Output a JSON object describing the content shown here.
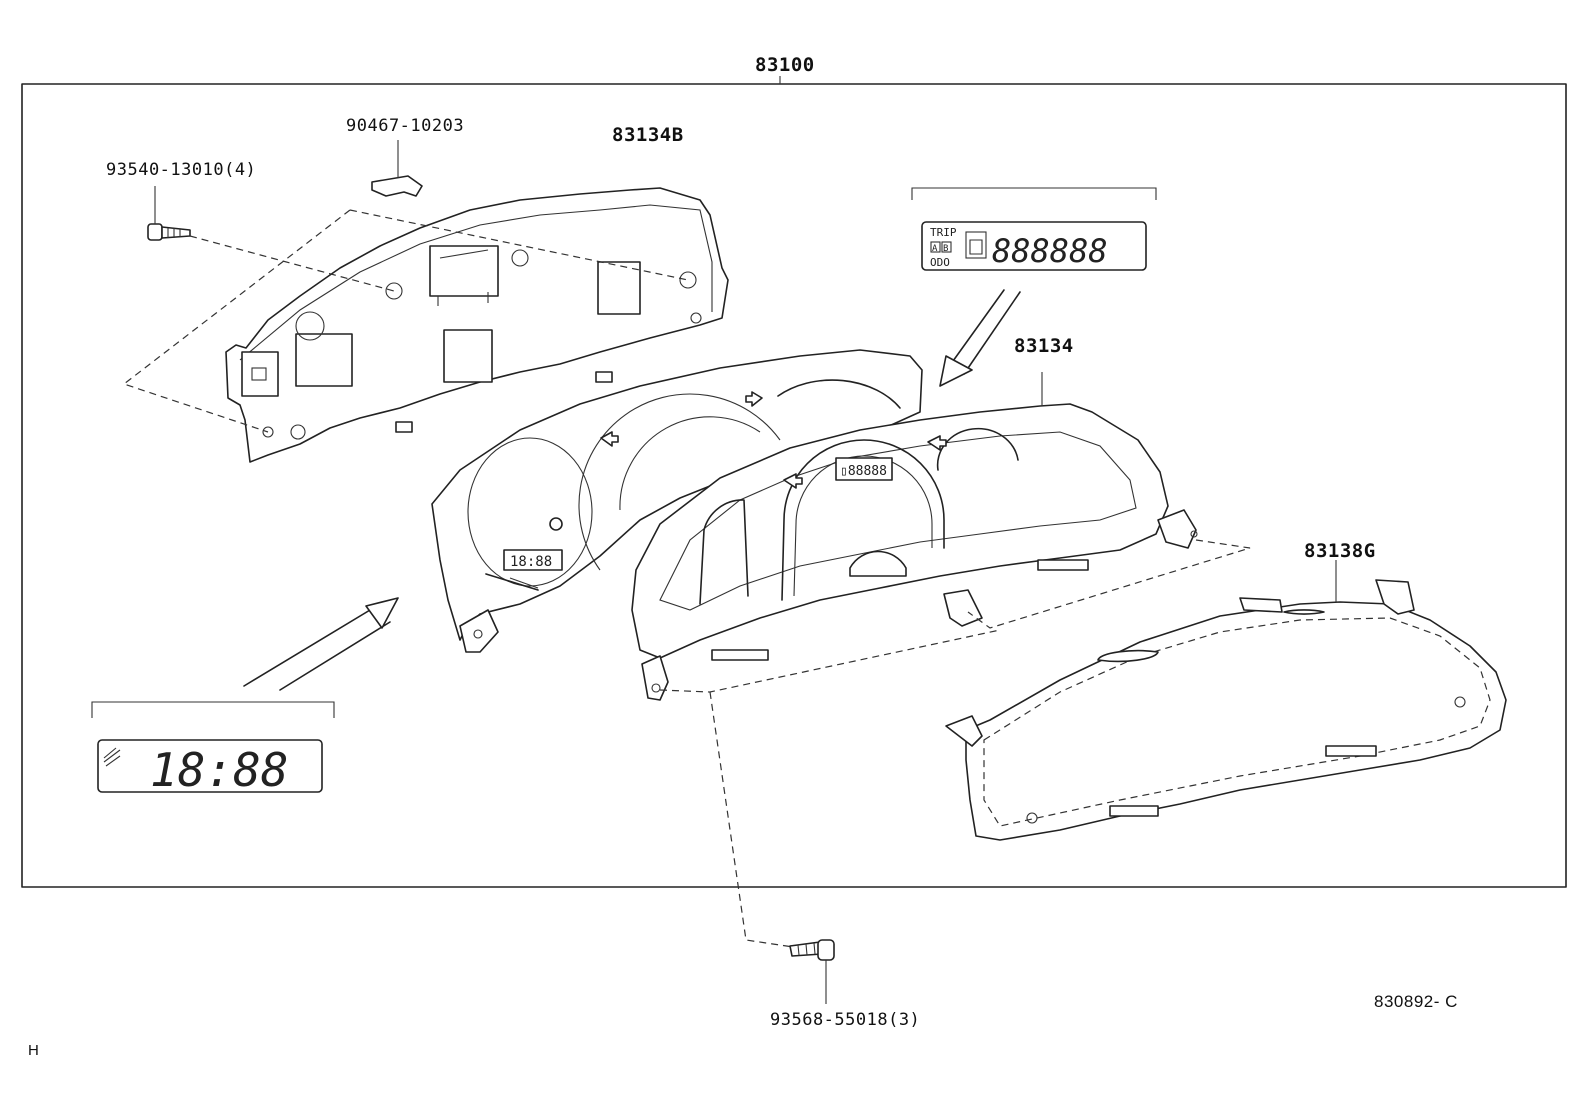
{
  "assembly_label": "83100",
  "parts": {
    "screw_top": "93540-13010(4)",
    "clip": "90467-10203",
    "housing": "83134B",
    "plate": "83134",
    "glass": "83138G",
    "screw_bottom": "93568-55018(3)"
  },
  "odo_display": {
    "trip": "TRIP",
    "a": "A",
    "b": "B",
    "odo": "ODO",
    "digits": "888888"
  },
  "clock_display": {
    "time": "18:88"
  },
  "figure_code": "830892- C",
  "corner_mark": "H"
}
